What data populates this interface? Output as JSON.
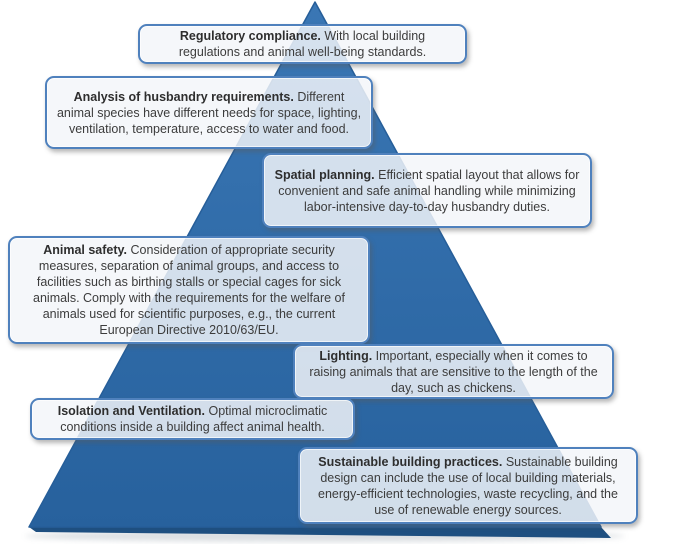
{
  "diagram": {
    "type": "pyramid-callout-diagram",
    "pyramid": {
      "face_color": "#2B67A6",
      "face_gradient_top": "#3A77B5",
      "face_gradient_bottom": "#27619D",
      "base_edge_color": "#1E4F80",
      "outline_color": "#265E99"
    },
    "callout_style": {
      "border_color": "#4F81BD",
      "background_color": "#F3F6F9",
      "text_color": "#3C3C3C"
    }
  },
  "boxes": [
    {
      "id": "regulatory-compliance",
      "lead": "Regulatory compliance.",
      "body": "With local building regulations and animal well-being standards."
    },
    {
      "id": "husbandry-requirements",
      "lead": "Analysis of husbandry requirements.",
      "body": "Different animal species have different needs for space, lighting, ventilation, temperature, access to water and food."
    },
    {
      "id": "spatial-planning",
      "lead": "Spatial planning.",
      "body": "Efficient spatial layout that allows for convenient and safe animal handling while minimizing labor-intensive day-to-day husbandry duties."
    },
    {
      "id": "animal-safety",
      "lead": "Animal safety.",
      "body": "Consideration of appropriate security measures, separation of animal groups, and access to facilities such as birthing stalls or special cages for sick animals. Comply with the requirements for the welfare of animals used for scientific purposes, e.g., the current European Directive 2010/63/EU."
    },
    {
      "id": "lighting",
      "lead": "Lighting.",
      "body": "Important, especially when it comes to raising animals that are sensitive to the length of the day, such as chickens."
    },
    {
      "id": "isolation-ventilation",
      "lead": "Isolation and Ventilation.",
      "body": "Optimal microclimatic conditions inside a building affect animal health."
    },
    {
      "id": "sustainable-building-practices",
      "lead": "Sustainable building practices.",
      "body": "Sustainable building design can include the use of local building materials, energy-efficient technologies, waste recycling, and the use of renewable energy sources."
    }
  ]
}
